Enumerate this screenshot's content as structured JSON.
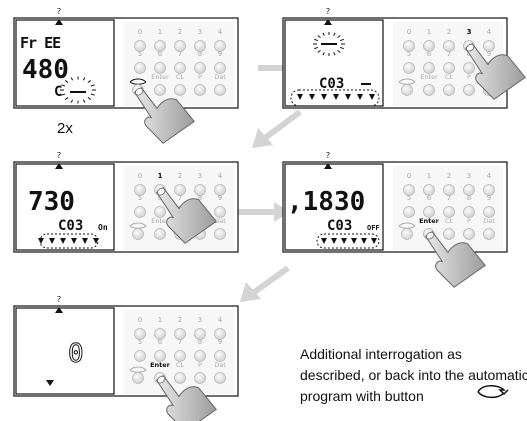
{
  "keypad_labels": {
    "row1": [
      "0",
      "1",
      "2",
      "3",
      "4"
    ],
    "row2": [
      "5",
      "6",
      "7",
      "8",
      "9"
    ],
    "row3": [
      "Enter",
      "CL",
      "P",
      "Dat"
    ]
  },
  "press_count": "2x",
  "steps": [
    {
      "id": "step-1",
      "lcd_lines": [
        "Fr EE",
        "480",
        "C"
      ],
      "active_key": "program"
    },
    {
      "id": "step-2",
      "lcd_lines": [
        "",
        "",
        "C03"
      ],
      "active_key": "3"
    },
    {
      "id": "step-3",
      "lcd_lines": [
        "730",
        "C03",
        "On"
      ],
      "active_key": "1"
    },
    {
      "id": "step-4",
      "lcd_lines": [
        ",1830",
        "C03",
        "OFF"
      ],
      "active_key": "Enter"
    },
    {
      "id": "step-5",
      "lcd_lines": [
        "0"
      ],
      "active_key": "Enter"
    }
  ],
  "lcd_question_mark": "?",
  "caption": {
    "line1": "Additional interrogation as",
    "line2": "described, or back into the automatic",
    "line3": "program with button"
  },
  "colors": {
    "line": "#111111",
    "key_fill": "#e2e2e2",
    "key_stroke": "#b8b8b8",
    "arrow": "#d0d0d0",
    "panel": "#f4f4f4"
  }
}
